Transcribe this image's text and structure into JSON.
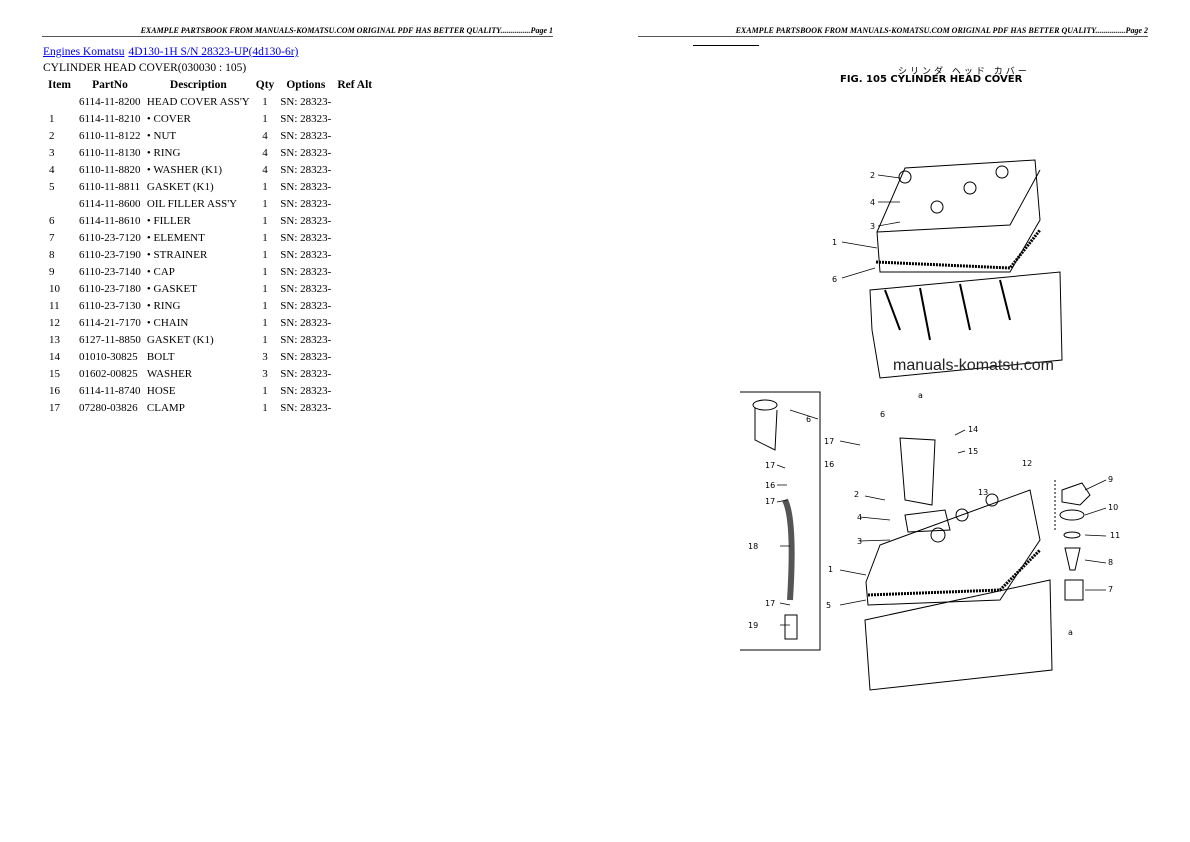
{
  "header": {
    "page1": "EXAMPLE PARTSBOOK FROM MANUALS-KOMATSU.COM ORIGINAL PDF HAS BETTER QUALITY...............Page 1",
    "page2": "EXAMPLE PARTSBOOK FROM MANUALS-KOMATSU.COM ORIGINAL PDF HAS BETTER QUALITY...............Page 2"
  },
  "breadcrumb": {
    "link1": "Engines Komatsu",
    "link2": "4D130-1H S/N 28323-UP(4d130-6r)"
  },
  "section_title": "CYLINDER HEAD COVER(030030 : 105)",
  "table": {
    "columns": [
      "Item",
      "PartNo",
      "Description",
      "Qty",
      "Options",
      "Ref Alt"
    ],
    "rows": [
      [
        "",
        "6114-11-8200",
        "HEAD COVER ASS'Y",
        "1",
        "SN: 28323-"
      ],
      [
        "1",
        "6114-11-8210",
        "• COVER",
        "1",
        "SN: 28323-"
      ],
      [
        "2",
        "6110-11-8122",
        "• NUT",
        "4",
        "SN: 28323-"
      ],
      [
        "3",
        "6110-11-8130",
        "• RING",
        "4",
        "SN: 28323-"
      ],
      [
        "4",
        "6110-11-8820",
        "• WASHER (K1)",
        "4",
        "SN: 28323-"
      ],
      [
        "5",
        "6110-11-8811",
        "GASKET (K1)",
        "1",
        "SN: 28323-"
      ],
      [
        "",
        "6114-11-8600",
        "OIL FILLER ASS'Y",
        "1",
        "SN: 28323-"
      ],
      [
        "6",
        "6114-11-8610",
        "• FILLER",
        "1",
        "SN: 28323-"
      ],
      [
        "7",
        "6110-23-7120",
        "• ELEMENT",
        "1",
        "SN: 28323-"
      ],
      [
        "8",
        "6110-23-7190",
        "• STRAINER",
        "1",
        "SN: 28323-"
      ],
      [
        "9",
        "6110-23-7140",
        "• CAP",
        "1",
        "SN: 28323-"
      ],
      [
        "10",
        "6110-23-7180",
        "• GASKET",
        "1",
        "SN: 28323-"
      ],
      [
        "11",
        "6110-23-7130",
        "• RING",
        "1",
        "SN: 28323-"
      ],
      [
        "12",
        "6114-21-7170",
        "• CHAIN",
        "1",
        "SN: 28323-"
      ],
      [
        "13",
        "6127-11-8850",
        "GASKET (K1)",
        "1",
        "SN: 28323-"
      ],
      [
        "14",
        "01010-30825",
        "BOLT",
        "3",
        "SN: 28323-"
      ],
      [
        "15",
        "01602-00825",
        "WASHER",
        "3",
        "SN: 28323-"
      ],
      [
        "16",
        "6114-11-8740",
        "HOSE",
        "1",
        "SN: 28323-"
      ],
      [
        "17",
        "07280-03826",
        "CLAMP",
        "1",
        "SN: 28323-"
      ]
    ]
  },
  "diagram": {
    "japanese_title": "シリンダ ヘッド カバー",
    "figure_title": "FIG. 105  CYLINDER HEAD COVER",
    "watermark": "manuals-komatsu.com"
  }
}
